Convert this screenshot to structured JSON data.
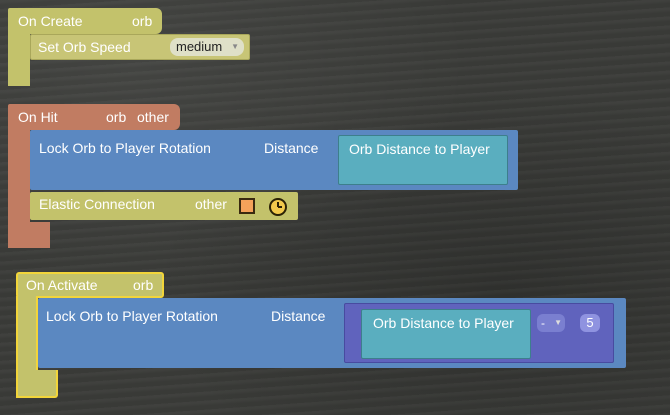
{
  "blocks": {
    "on_create": {
      "event": "On Create",
      "param": "orb",
      "set_speed_label": "Set Orb Speed",
      "speed_value": "medium"
    },
    "on_hit": {
      "event": "On Hit",
      "param1": "orb",
      "param2": "other",
      "lock_label": "Lock Orb to Player Rotation",
      "distance_label": "Distance",
      "distance_value": "Orb Distance to Player",
      "elastic_label": "Elastic Connection",
      "elastic_param": "other"
    },
    "on_activate": {
      "event": "On Activate",
      "param": "orb",
      "lock_label": "Lock Orb to Player Rotation",
      "distance_label": "Distance",
      "distance_value": "Orb Distance to Player",
      "operator": "-",
      "operand": "5"
    }
  },
  "colors": {
    "event_create": "#c3c26b",
    "event_hit": "#c17c62",
    "action": "#5b88c1",
    "value": "#5aaebf",
    "math": "#6063bd",
    "selected_outline": "#f2d53a"
  },
  "icons": [
    "square-icon",
    "clock-icon",
    "dropdown-caret-icon"
  ]
}
